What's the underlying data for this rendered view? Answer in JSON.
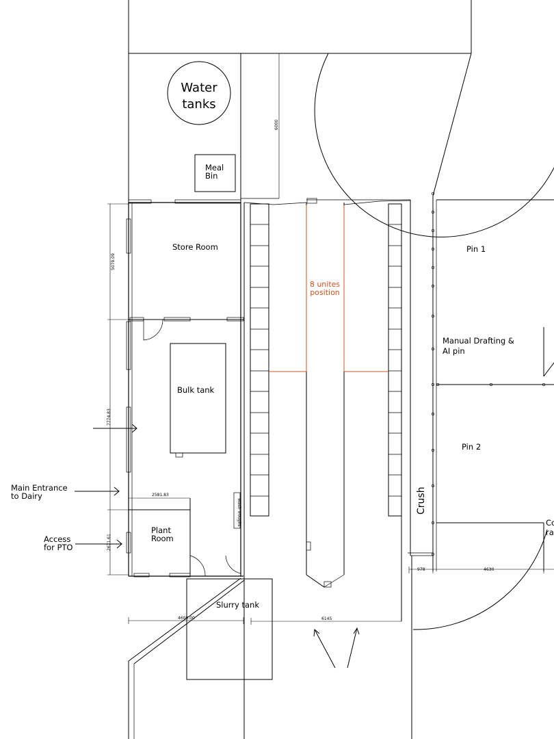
{
  "labels": {
    "water_tanks": [
      "Water",
      "tanks"
    ],
    "meal_bin": [
      "Meal",
      "Bin"
    ],
    "store_room": "Store Room",
    "bulk_tank": "Bulk tank",
    "plant_room": [
      "Plant",
      "Room"
    ],
    "slurry_tank": "Slurry tank",
    "units_position": [
      "8 unites",
      "position"
    ],
    "pin_1": "Pin 1",
    "manual_drafting": [
      "Manual Drafting &",
      "AI pin"
    ],
    "pin_2": "Pin 2",
    "crush": "Crush",
    "main_entrance": [
      "Main Entrance",
      "to Dairy"
    ],
    "access_pto": [
      "Access",
      "for PTO"
    ],
    "wash_trough": "Wash Troughs",
    "cut_off_right": [
      "Co",
      "ra"
    ]
  },
  "dimensions": {
    "d_6000": "6000",
    "d_store_height": "5070.09",
    "d_main_height": "7774.83",
    "d_plant_width": "2581.83",
    "d_plant_height": "2671.61",
    "d_left_width": "4600.00",
    "d_pit_width": "6145",
    "d_crush_width": "978",
    "d_pin_width": "4630"
  },
  "colors": {
    "lines": "#000000",
    "units_highlight": "#d5501e",
    "background": "#ffffff"
  }
}
